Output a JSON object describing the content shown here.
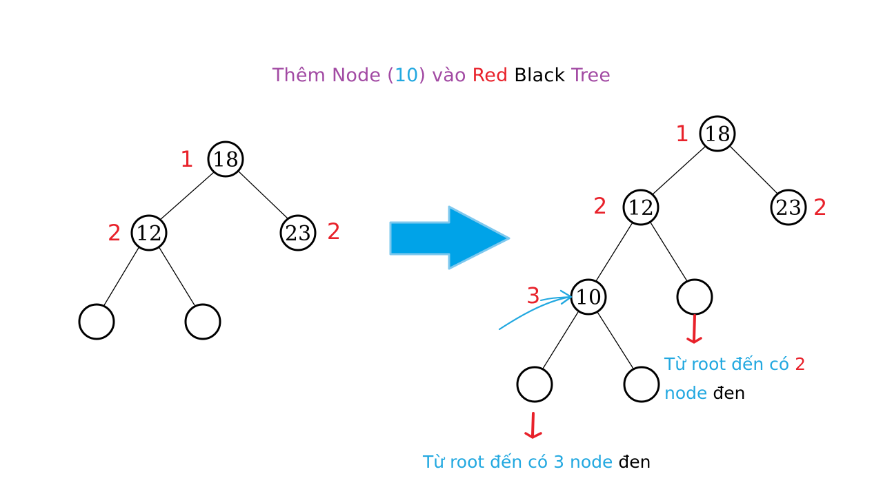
{
  "title": {
    "word_them": "Thêm",
    "word_node": "Node",
    "paren_open": "(",
    "value": "10",
    "paren_close": ")",
    "word_vao": "vào",
    "word_red": "Red",
    "word_black": "Black",
    "word_tree": "Tree"
  },
  "colors": {
    "purple": "#a24aa3",
    "cyan": "#22a8e0",
    "red": "#e8212a",
    "black": "#000000",
    "arrow_fill": "#00a3e8",
    "arrow_stroke": "#7ec8ee"
  },
  "before": {
    "nodes": {
      "root": "18",
      "left": "12",
      "right": "23"
    },
    "counts": {
      "root": "1",
      "left": "2",
      "right": "2"
    }
  },
  "after": {
    "nodes": {
      "root": "18",
      "left": "12",
      "right": "23",
      "new": "10"
    },
    "counts": {
      "root": "1",
      "left": "2",
      "right": "2",
      "new": "3"
    }
  },
  "notes": {
    "two": {
      "part1": "Từ root đến có",
      "num": "2",
      "part2": "node",
      "part3": "đen"
    },
    "three": {
      "part1": "Từ root đến có",
      "num": "3",
      "part2": "node",
      "part3": "đen"
    }
  }
}
